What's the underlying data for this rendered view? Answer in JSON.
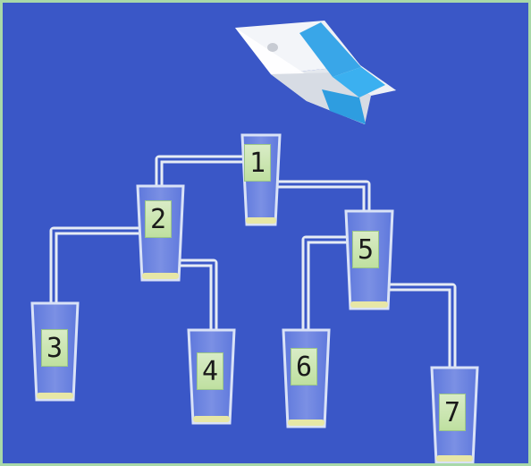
{
  "diagram": {
    "background_color": "#3a57c7",
    "border_color": "#a8d8a8",
    "label_color": "#c5e4a9",
    "pipe_color": "#e6ecf5",
    "carton": {
      "icon": "milk-carton-icon",
      "stripe_color": "#39a6e8"
    },
    "glasses": [
      {
        "id": "1",
        "label": "1",
        "parent": null
      },
      {
        "id": "2",
        "label": "2",
        "parent": "1"
      },
      {
        "id": "5",
        "label": "5",
        "parent": "1"
      },
      {
        "id": "3",
        "label": "3",
        "parent": "2"
      },
      {
        "id": "4",
        "label": "4",
        "parent": "2"
      },
      {
        "id": "6",
        "label": "6",
        "parent": "5"
      },
      {
        "id": "7",
        "label": "7",
        "parent": "5"
      }
    ]
  }
}
